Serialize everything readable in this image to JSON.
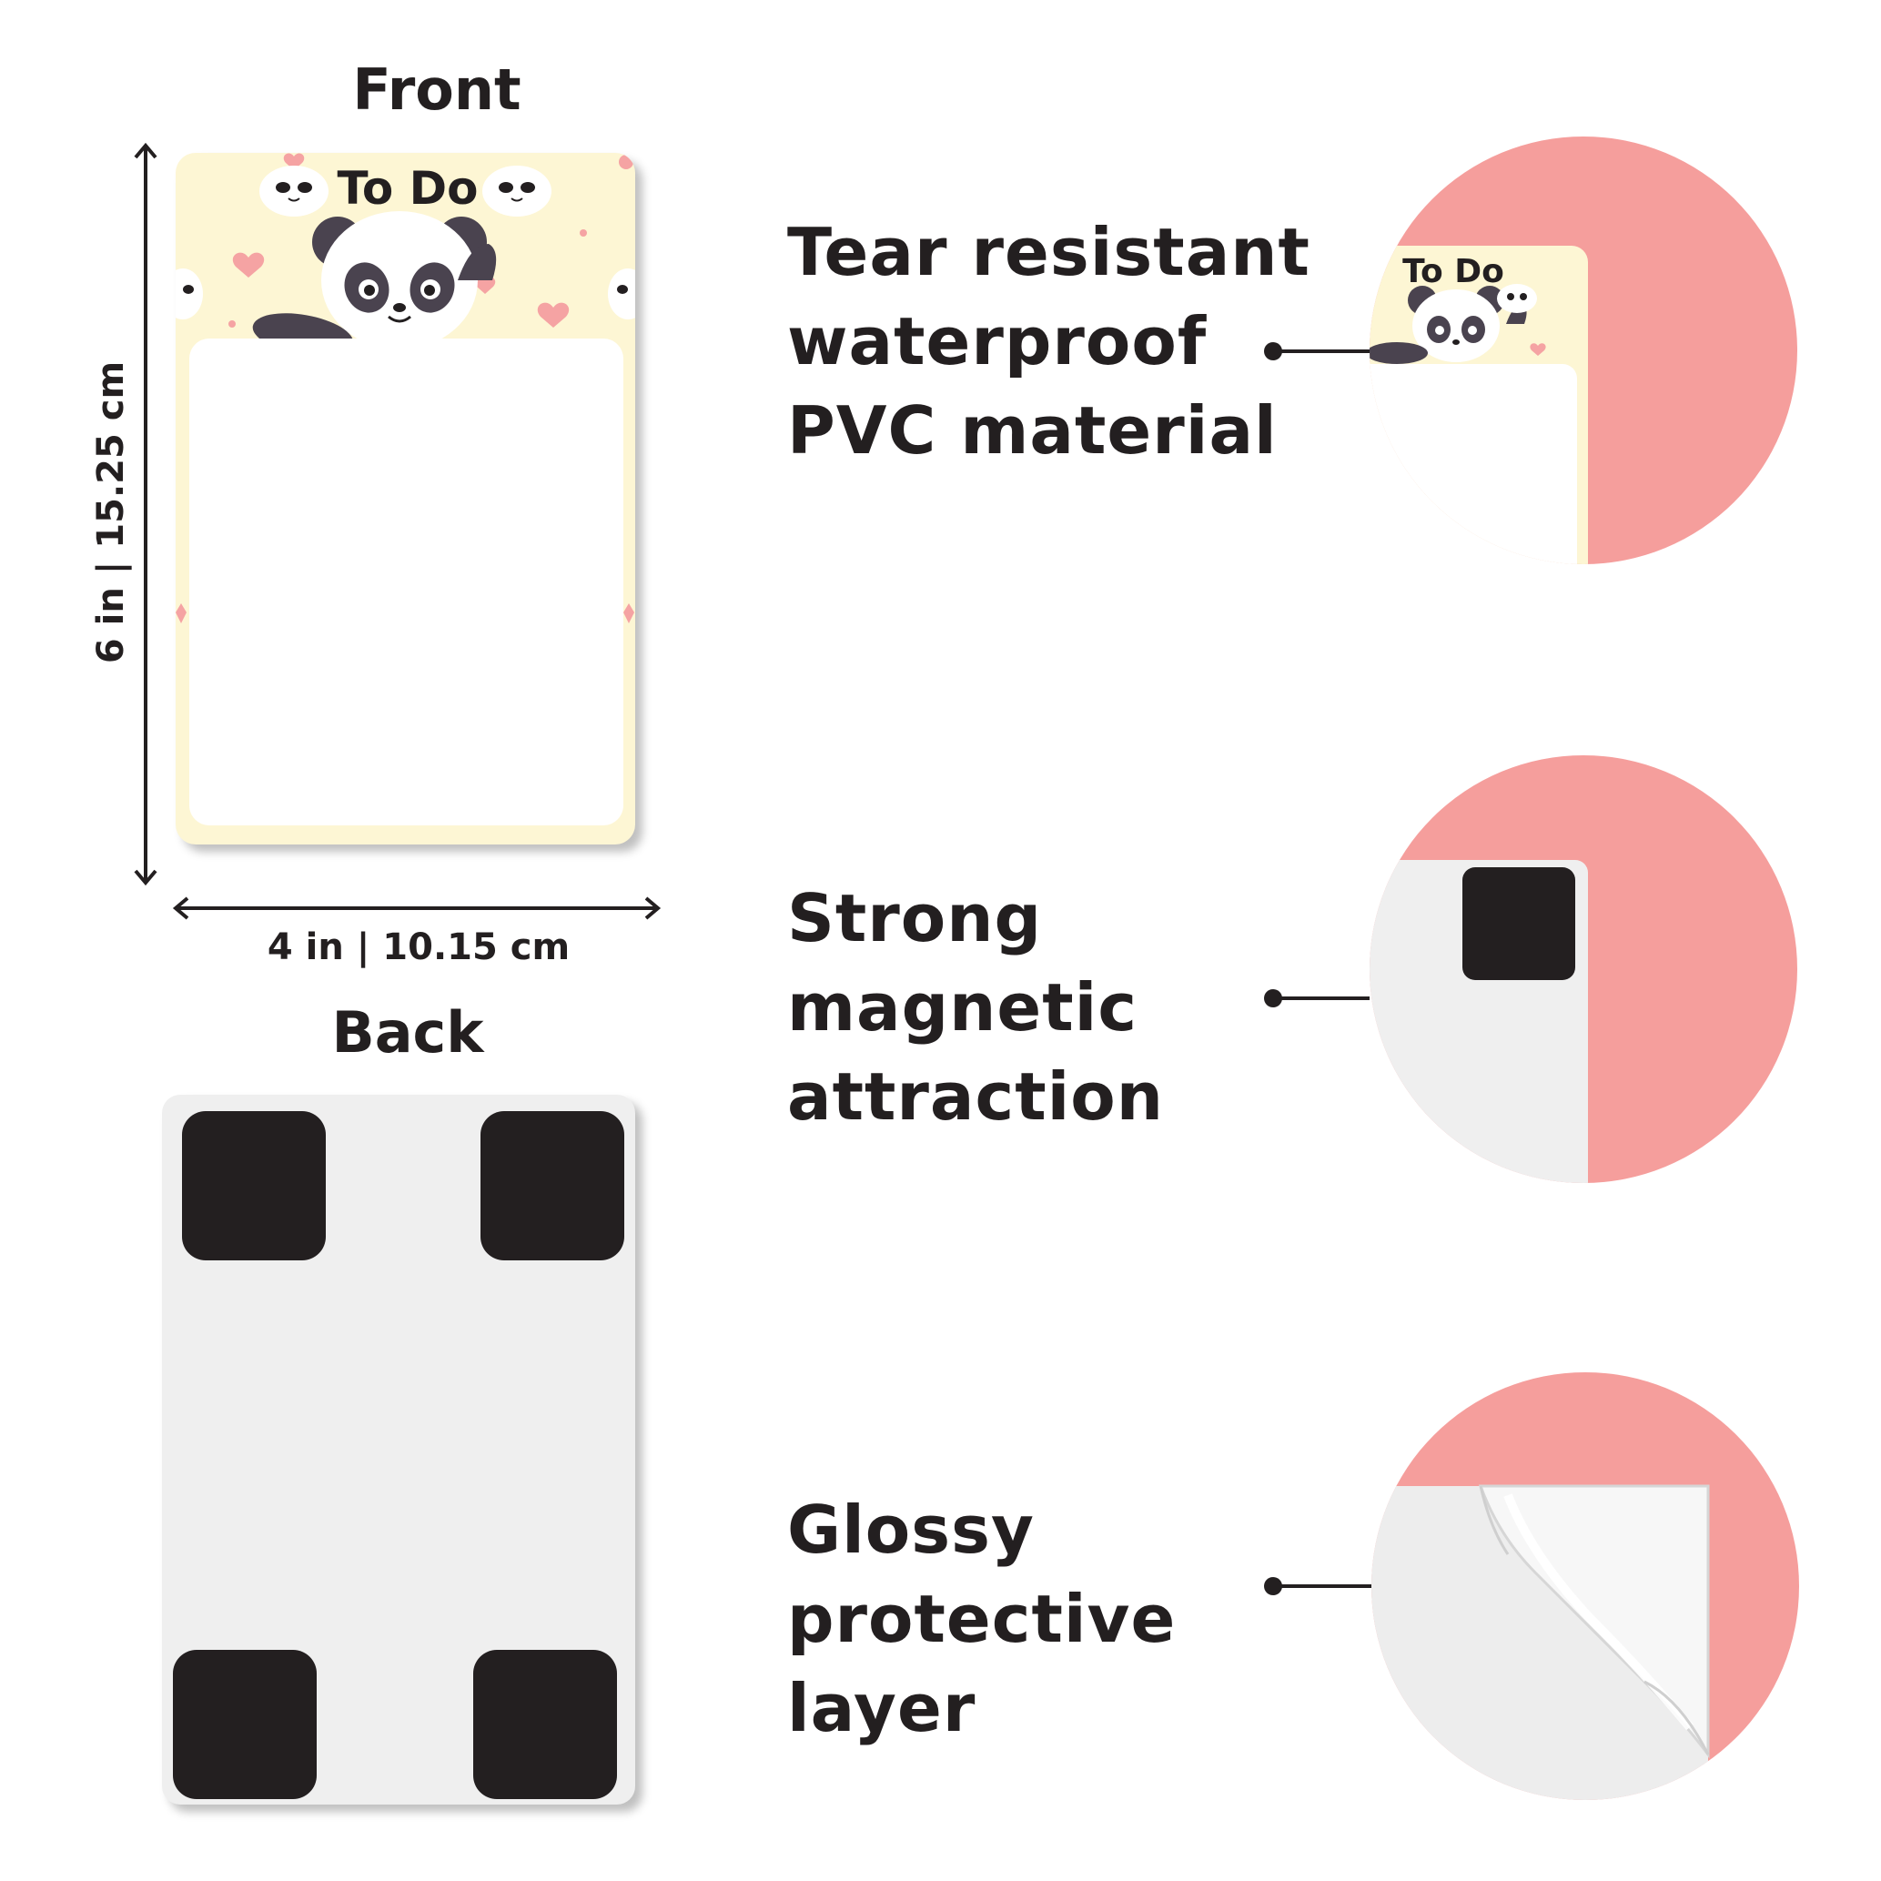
{
  "front": {
    "heading": "Front",
    "card_title": "To Do",
    "height_label": "6 in  | 15.25 cm",
    "width_label": "4 in | 10.15 cm"
  },
  "back": {
    "heading": "Back"
  },
  "features": [
    {
      "lines": [
        "Tear resistant",
        "waterproof",
        "PVC material"
      ],
      "icon": "panda-card-corner-closeup"
    },
    {
      "lines": [
        "Strong",
        "magnetic",
        "attraction"
      ],
      "icon": "magnet-closeup"
    },
    {
      "lines": [
        "Glossy",
        "protective",
        "layer"
      ],
      "icon": "peeling-film-closeup"
    }
  ],
  "colors": {
    "ink": "#231f20",
    "card_cream": "#fdf6d4",
    "accent_pink": "#f59e9c",
    "back_grey": "#efefef"
  }
}
